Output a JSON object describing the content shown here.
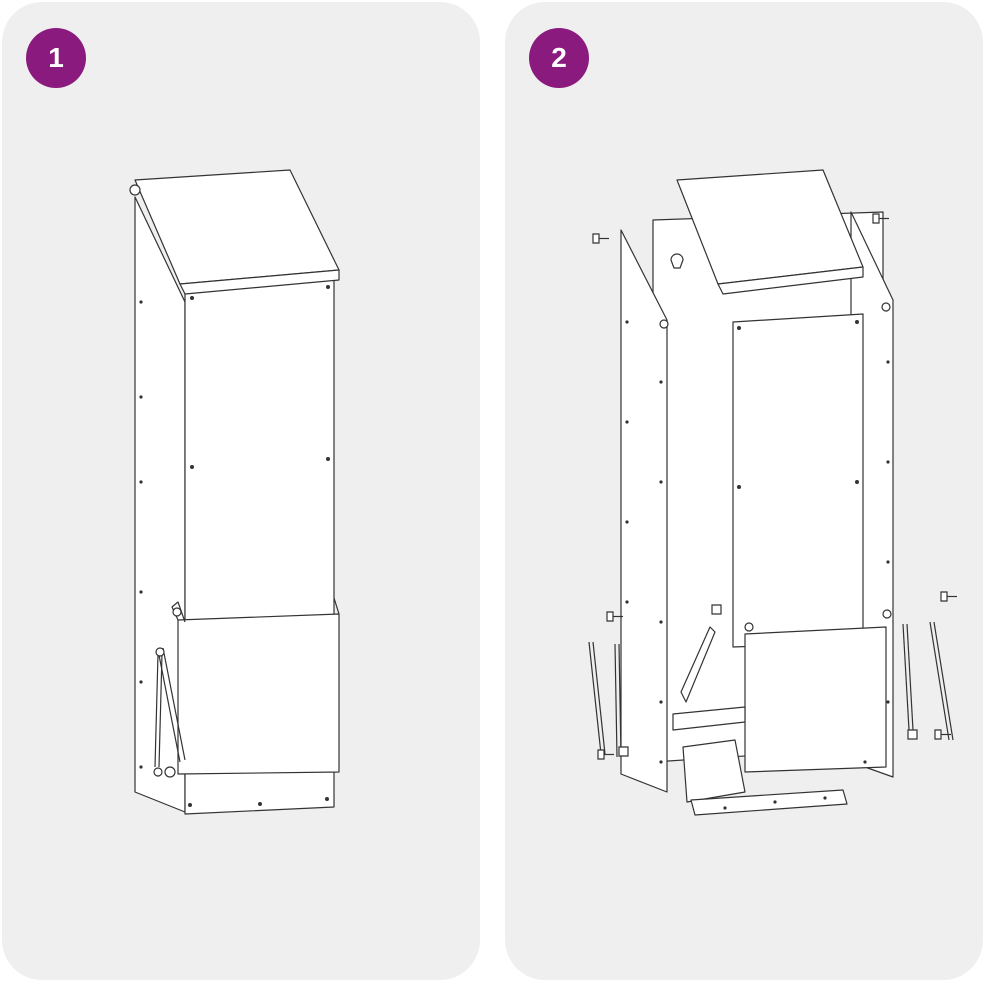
{
  "accent_color": "#8b1a7f",
  "steps": [
    {
      "number": "1",
      "drawing": "assembled-feeder"
    },
    {
      "number": "2",
      "drawing": "exploded-feeder-parts"
    }
  ]
}
